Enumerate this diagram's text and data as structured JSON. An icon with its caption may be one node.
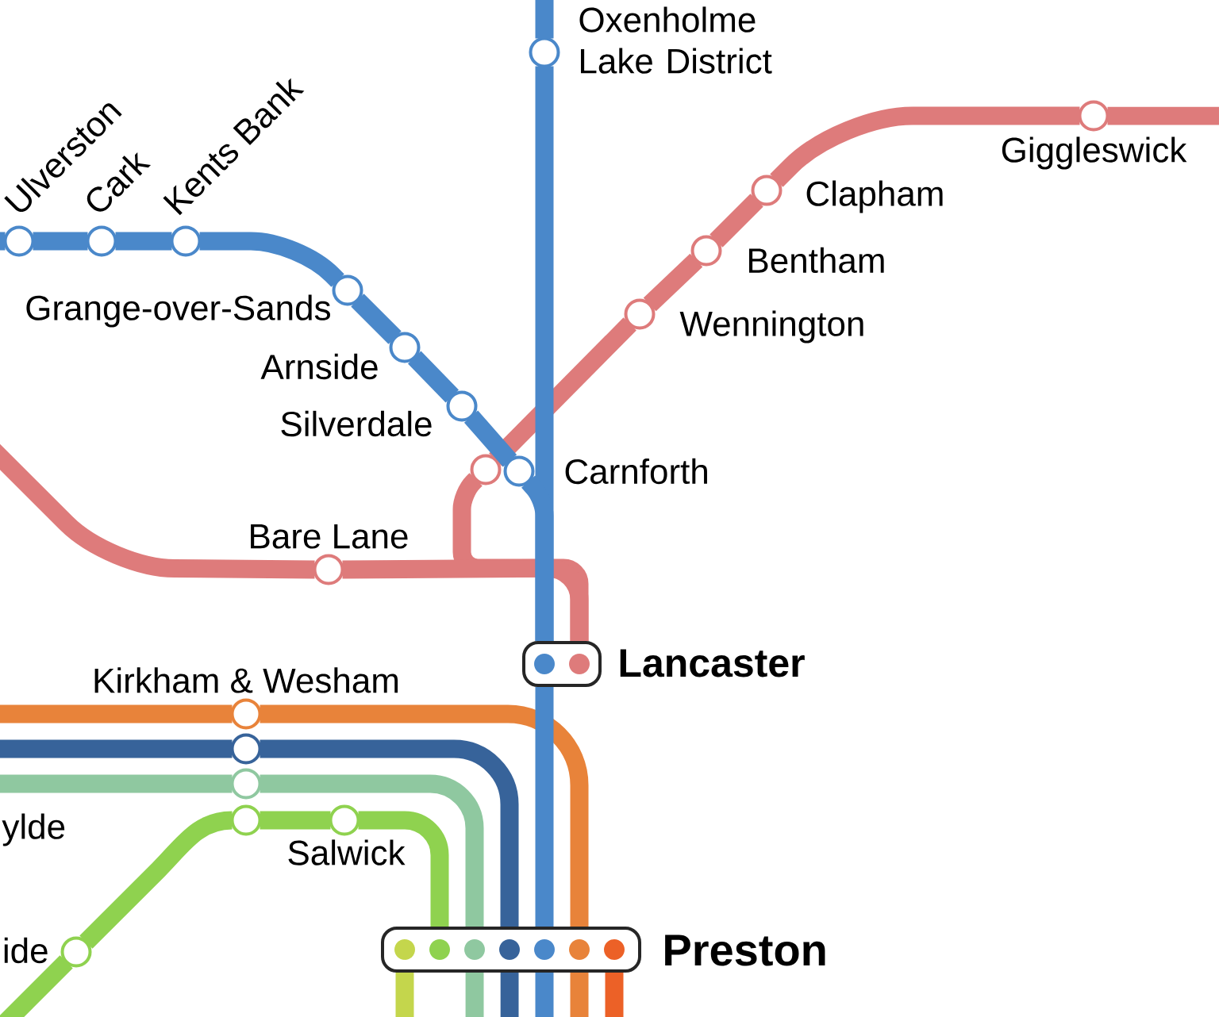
{
  "diagram": {
    "nodes": [
      {
        "text": [],
        "shape": "circle",
        "beside": [
          "Oxenholme Lake District"
        ]
      },
      {
        "text": [],
        "shape": "circle",
        "beside": [
          "Giggleswick"
        ]
      },
      {
        "text": [],
        "shape": "circle",
        "beside": [
          "Ulverston"
        ]
      },
      {
        "text": [],
        "shape": "circle",
        "beside": [
          "Cark"
        ]
      },
      {
        "text": [],
        "shape": "circle",
        "beside": [
          "Kents Bank"
        ]
      },
      {
        "text": [],
        "shape": "circle",
        "beside": [
          "Clapham"
        ]
      },
      {
        "text": [],
        "shape": "circle",
        "beside": [
          "Bentham"
        ]
      },
      {
        "text": [],
        "shape": "circle",
        "beside": [
          "Grange-over-Sands"
        ]
      },
      {
        "text": [],
        "shape": "circle",
        "beside": [
          "Wennington"
        ]
      },
      {
        "text": [],
        "shape": "circle",
        "beside": [
          "Arnside"
        ]
      },
      {
        "text": [],
        "shape": "circle",
        "beside": [
          "Silverdale"
        ]
      },
      {
        "text": [],
        "shape": "circle"
      },
      {
        "text": [],
        "shape": "circle",
        "beside": [
          "Carnforth"
        ]
      },
      {
        "text": [],
        "shape": "circle",
        "beside": [
          "Bare Lane"
        ]
      },
      {
        "text": [],
        "shape": "box",
        "beside": [
          "Lancaster"
        ]
      },
      {
        "text": [],
        "shape": "circle",
        "in": 14
      },
      {
        "text": [],
        "shape": "circle",
        "in": 14
      },
      {
        "text": [],
        "shape": "circle",
        "beside": [
          "Kirkham & Wesham"
        ]
      },
      {
        "text": [],
        "shape": "circle"
      },
      {
        "text": [],
        "shape": "circle"
      },
      {
        "text": [],
        "shape": "circle"
      },
      {
        "text": [],
        "shape": "circle",
        "beside": [
          "Salwick"
        ]
      },
      {
        "text": [],
        "shape": "circle",
        "beside": [
          "ide"
        ]
      },
      {
        "text": [],
        "shape": "box",
        "beside": [
          "Preston"
        ]
      },
      {
        "text": [],
        "shape": "circle",
        "in": 23
      },
      {
        "text": [],
        "shape": "circle",
        "in": 23
      },
      {
        "text": [],
        "shape": "circle",
        "in": 23
      },
      {
        "text": [],
        "shape": "circle",
        "in": 23
      },
      {
        "text": [],
        "shape": "circle",
        "in": 23
      },
      {
        "text": [],
        "shape": "circle",
        "in": 23
      },
      {
        "text": [],
        "shape": "circle",
        "in": 23
      }
    ],
    "edges": [
      {
        "from": null,
        "to": 0,
        "arrow": "none"
      },
      {
        "from": 0,
        "to": 14,
        "arrow": "none"
      },
      {
        "from": null,
        "to": 2,
        "arrow": "none"
      },
      {
        "from": 2,
        "to": 3,
        "arrow": "none"
      },
      {
        "from": 3,
        "to": 4,
        "arrow": "none"
      },
      {
        "from": 4,
        "to": 7,
        "arrow": "none"
      },
      {
        "from": 7,
        "to": 9,
        "arrow": "none"
      },
      {
        "from": 9,
        "to": 10,
        "arrow": "none"
      },
      {
        "from": 10,
        "to": 12,
        "arrow": "none"
      },
      {
        "from": 12,
        "to": 14,
        "arrow": "none"
      },
      {
        "from": 14,
        "to": 23,
        "arrow": "none"
      },
      {
        "from": 23,
        "to": null,
        "arrow": "none"
      },
      {
        "from": null,
        "to": 1,
        "arrow": "none",
        "color": "#de7b7b"
      },
      {
        "from": 1,
        "to": 5,
        "arrow": "none",
        "color": "#de7b7b"
      },
      {
        "from": 5,
        "to": 6,
        "arrow": "none",
        "color": "#de7b7b"
      },
      {
        "from": 6,
        "to": 8,
        "arrow": "none",
        "color": "#de7b7b"
      },
      {
        "from": 8,
        "to": 11,
        "arrow": "none",
        "color": "#de7b7b"
      },
      {
        "from": 11,
        "to": 14,
        "arrow": "none",
        "color": "#de7b7b"
      },
      {
        "from": null,
        "to": 13,
        "arrow": "none",
        "color": "#de7b7b"
      },
      {
        "from": 13,
        "to": 14,
        "arrow": "none",
        "color": "#de7b7b"
      },
      {
        "from": null,
        "to": 17,
        "arrow": "none",
        "color": "#e8833a"
      },
      {
        "from": 17,
        "to": 23,
        "arrow": "none",
        "color": "#e8833a"
      },
      {
        "from": 23,
        "to": null,
        "arrow": "none",
        "color": "#e8833a"
      },
      {
        "from": null,
        "to": 18,
        "arrow": "none",
        "color": "#37639a"
      },
      {
        "from": 18,
        "to": 23,
        "arrow": "none",
        "color": "#37639a"
      },
      {
        "from": 23,
        "to": null,
        "arrow": "none",
        "color": "#37639a"
      },
      {
        "from": null,
        "to": 19,
        "arrow": "none",
        "color": "#8fc8a0"
      },
      {
        "from": 19,
        "to": 23,
        "arrow": "none",
        "color": "#8fc8a0"
      },
      {
        "from": 23,
        "to": null,
        "arrow": "none",
        "color": "#8fc8a0"
      },
      {
        "from": null,
        "to": 22,
        "arrow": "none",
        "color": "#8fd24f"
      },
      {
        "from": 22,
        "to": 20,
        "arrow": "none",
        "color": "#8fd24f"
      },
      {
        "from": 20,
        "to": 21,
        "arrow": "none",
        "color": "#8fd24f"
      },
      {
        "from": 21,
        "to": 23,
        "arrow": "none",
        "color": "#8fd24f"
      },
      {
        "from": 23,
        "to": null,
        "arrow": "none",
        "color": "#c4d64c"
      },
      {
        "from": 23,
        "to": null,
        "arrow": "none",
        "color": "#ec6127"
      }
    ],
    "labels": [
      "ylde"
    ]
  }
}
